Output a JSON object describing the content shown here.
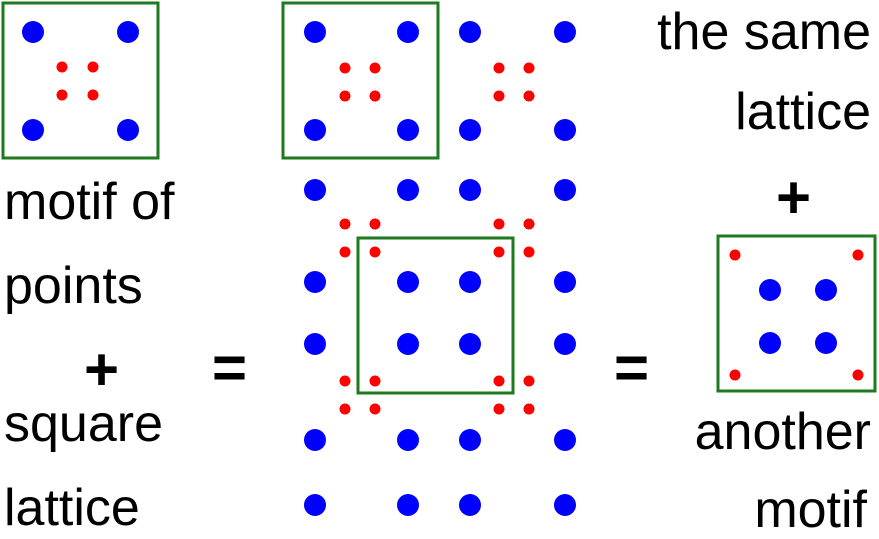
{
  "colors": {
    "lattice_point": "#0000ff",
    "motif_point": "#ff0000",
    "cell_border": "#1e7a1e",
    "text": "#000000"
  },
  "labels": {
    "motif_line1": "motif of",
    "motif_line2": "points",
    "plus": "+",
    "square_line1": "square",
    "square_line2": "lattice",
    "equals": "=",
    "same_line1": "the same",
    "same_line2": "lattice",
    "another_line1": "another",
    "another_line2": "motif"
  }
}
